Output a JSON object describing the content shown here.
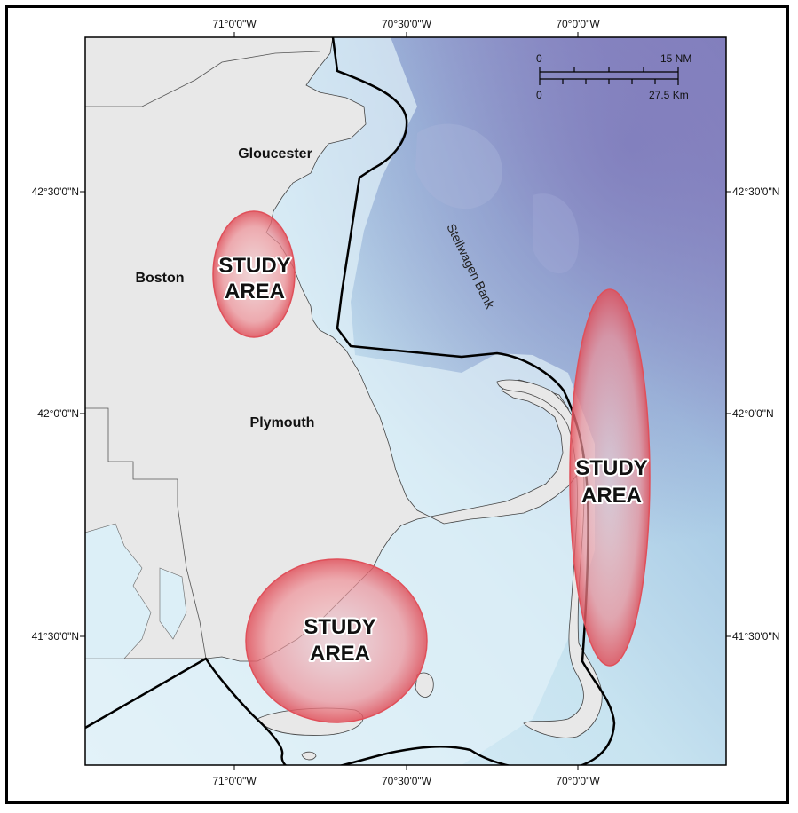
{
  "coordinates": {
    "top": [
      "71°0'0\"W",
      "70°30'0\"W",
      "70°0'0\"W"
    ],
    "bottom": [
      "71°0'0\"W",
      "70°30'0\"W",
      "70°0'0\"W"
    ],
    "left": [
      "42°30'0\"N",
      "42°0'0\"N",
      "41°30'0\"N"
    ],
    "right": [
      "42°30'0\"N",
      "42°0'0\"N",
      "41°30'0\"N"
    ]
  },
  "places": {
    "gloucester": "Gloucester",
    "boston": "Boston",
    "plymouth": "Plymouth",
    "stellwagen": "Stellwagen Bank"
  },
  "study_areas": [
    {
      "line1": "STUDY",
      "line2": "AREA"
    },
    {
      "line1": "STUDY",
      "line2": "AREA"
    },
    {
      "line1": "STUDY",
      "line2": "AREA"
    }
  ],
  "scale_bar": {
    "top_zero": "0",
    "top_end": "15 NM",
    "bottom_zero": "0",
    "bottom_end": "27.5 Km"
  },
  "colors": {
    "land": "#e8e8e8",
    "shallow_water": "#dceff7",
    "deep_water": "#8d89c2",
    "study_area": "#e0505a",
    "boundary": "#000000"
  }
}
